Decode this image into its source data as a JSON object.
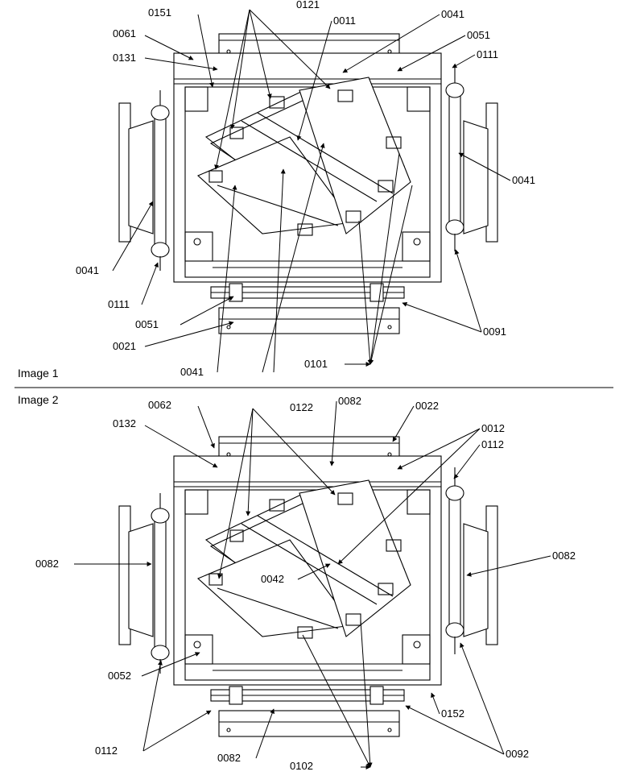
{
  "figure": {
    "image1": {
      "caption": "Image 1",
      "labels": [
        "0151",
        "0121",
        "0011",
        "0041",
        "0061",
        "0051",
        "0131",
        "0111",
        "0041",
        "0041",
        "0111",
        "0051",
        "0021",
        "0091",
        "0041",
        "0101"
      ]
    },
    "image2": {
      "caption": "Image 2",
      "labels": [
        "0062",
        "0122",
        "0082",
        "0022",
        "0132",
        "0012",
        "0112",
        "0082",
        "0082",
        "0042",
        "0052",
        "0152",
        "0112",
        "0082",
        "0102",
        "0092"
      ]
    }
  }
}
